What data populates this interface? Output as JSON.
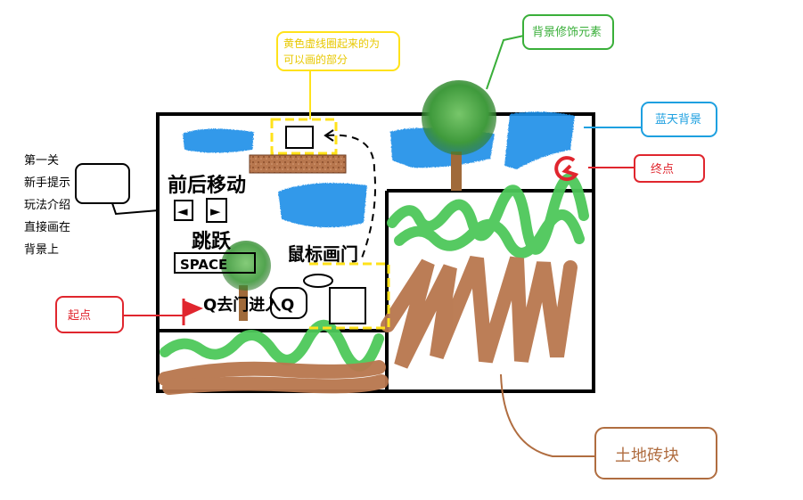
{
  "left_notes": {
    "lines": [
      "第一关",
      "新手提示",
      "玩法介绍",
      "直接画在",
      "背景上"
    ]
  },
  "callouts": {
    "yellow": {
      "line1": "黄色虚线圈起来的为",
      "line2": "可以画的部分",
      "color": "#ffe21a"
    },
    "decor": {
      "text": "背景修饰元素",
      "color": "#3aaf3a"
    },
    "sky": {
      "text": "蓝天背景",
      "color": "#1ea0e0"
    },
    "goal": {
      "text": "终点",
      "color": "#e0262e"
    },
    "start": {
      "text": "起点",
      "color": "#e0262e"
    },
    "soil": {
      "text": "土地砖块",
      "color": "#b06d40"
    }
  },
  "canvas_texts": {
    "move": "前后移动",
    "jump": "跳跃",
    "space_key": "SPACE",
    "mouse_draw": "鼠标画门",
    "q_enter": "Q去门进入",
    "q_key": "Q"
  },
  "icons": {
    "left_arrow": "◄",
    "right_arrow": "►",
    "goal_symbol": "G"
  },
  "colors": {
    "sky": "#1e8fe8",
    "grass": "#4dc85a",
    "soil": "#b8774e",
    "dark_soil": "#8a4e2b",
    "tree": "#3f9a3c",
    "trunk": "#a06a3a",
    "flag": "#e0262e"
  }
}
